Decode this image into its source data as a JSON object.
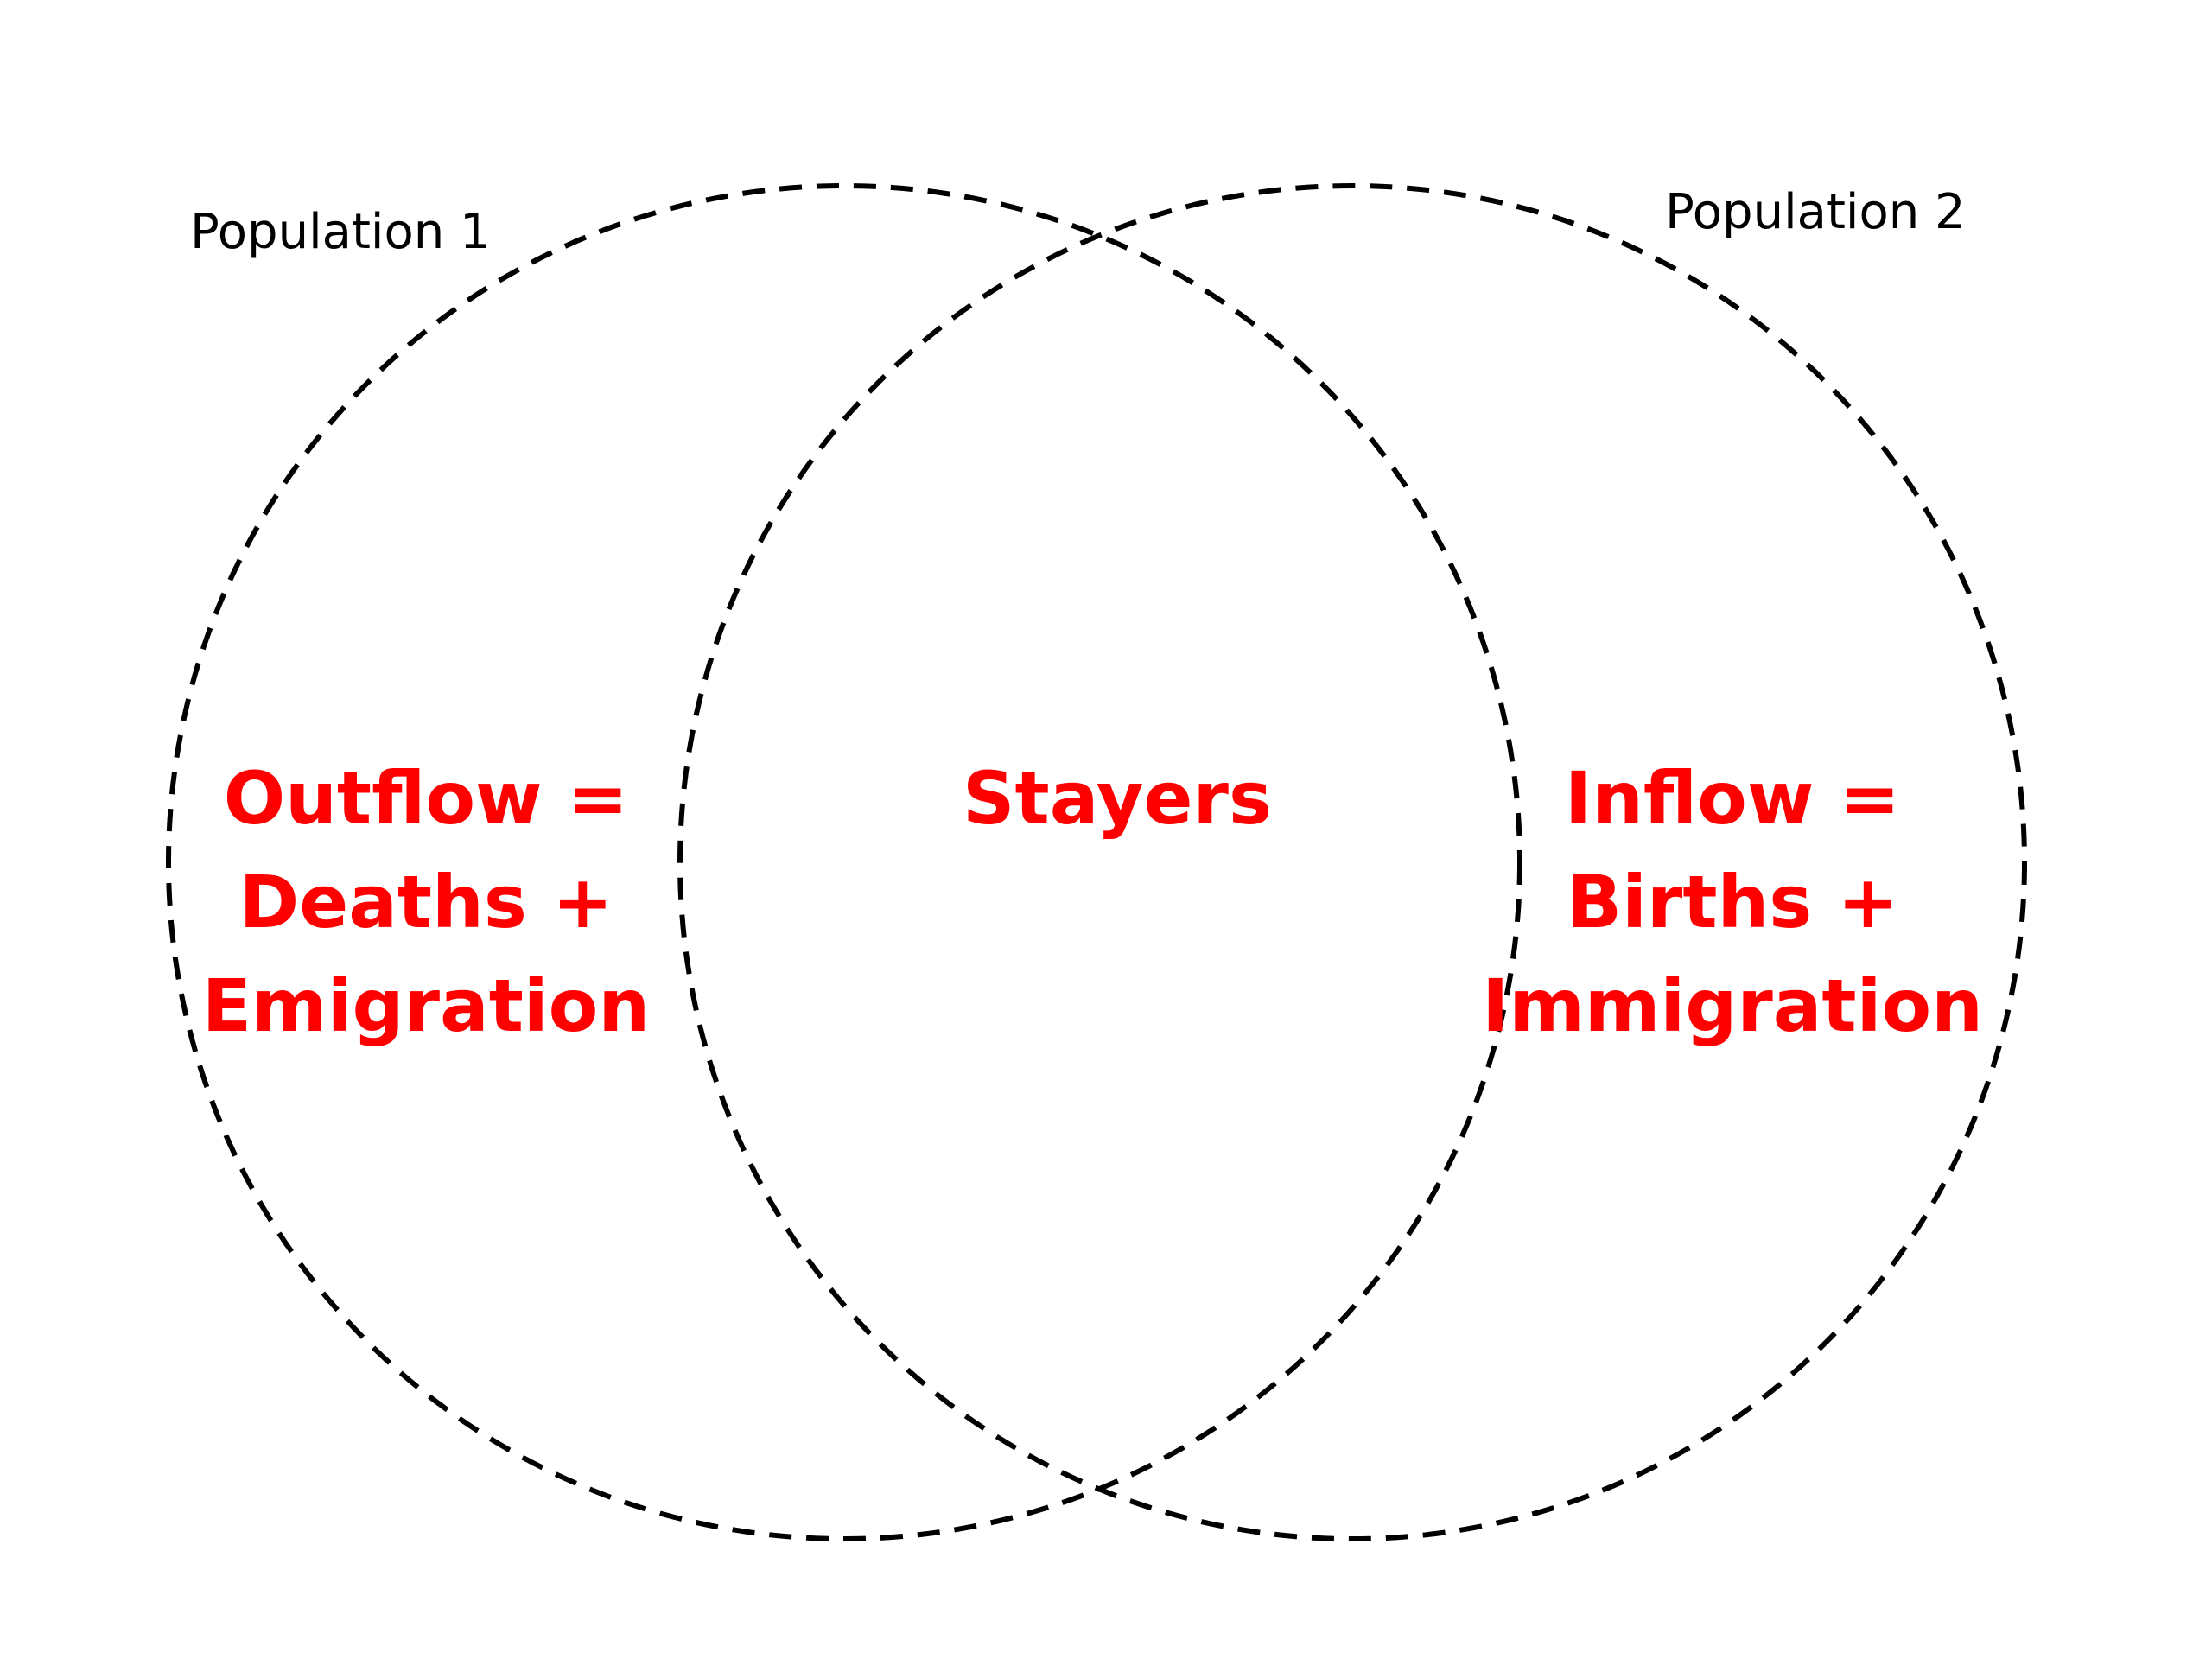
{
  "colors": {
    "region_text": "#ff0000",
    "outline": "#000000",
    "background": "#ffffff"
  },
  "circles": {
    "left": {
      "label": "Population 1"
    },
    "right": {
      "label": "Population 2"
    }
  },
  "regions": {
    "left_only": {
      "lines": [
        "Outflow =",
        "Deaths +",
        "Emigration"
      ]
    },
    "overlap": {
      "lines": [
        "Stayers"
      ]
    },
    "right_only": {
      "lines": [
        "Inflow =",
        "Births +",
        "Immigration"
      ]
    }
  }
}
